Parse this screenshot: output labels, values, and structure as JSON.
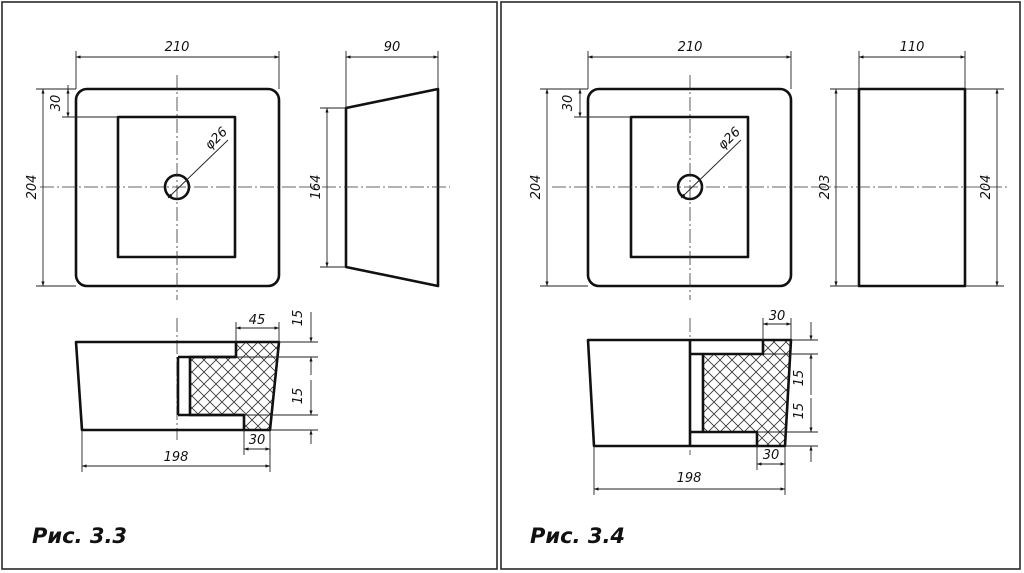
{
  "figures": [
    {
      "caption": "Рис. 3.3",
      "dims": {
        "width": "210",
        "side_width": "90",
        "height": "204",
        "inset": "30",
        "hole": "φ26",
        "side_height": "164",
        "sec_top": "45",
        "sec_t1": "15",
        "sec_t2": "15",
        "sec_bottom": "30",
        "sec_base": "198"
      }
    },
    {
      "caption": "Рис. 3.4",
      "dims": {
        "width": "210",
        "side_width": "110",
        "height": "204",
        "inset": "30",
        "hole": "φ26",
        "side_height_left": "203",
        "side_height_right": "204",
        "sec_top": "30",
        "sec_t1": "15",
        "sec_t2": "15",
        "sec_bottom": "30",
        "sec_base": "198"
      }
    }
  ],
  "colors": {
    "line": "#111111",
    "background": "#ffffff"
  }
}
